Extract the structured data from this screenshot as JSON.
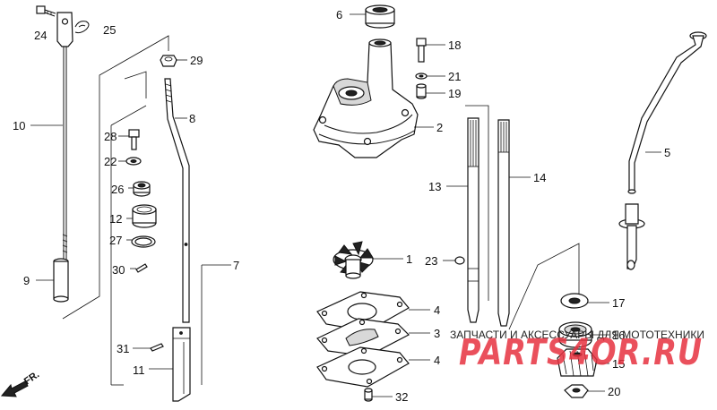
{
  "callouts": [
    {
      "id": "24",
      "text": "24"
    },
    {
      "id": "25",
      "text": "25"
    },
    {
      "id": "10",
      "text": "10"
    },
    {
      "id": "9",
      "text": "9"
    },
    {
      "id": "29",
      "text": "29"
    },
    {
      "id": "8",
      "text": "8"
    },
    {
      "id": "28",
      "text": "28"
    },
    {
      "id": "22",
      "text": "22"
    },
    {
      "id": "26",
      "text": "26"
    },
    {
      "id": "12",
      "text": "12"
    },
    {
      "id": "27",
      "text": "27"
    },
    {
      "id": "30",
      "text": "30"
    },
    {
      "id": "7",
      "text": "7"
    },
    {
      "id": "31",
      "text": "31"
    },
    {
      "id": "11",
      "text": "11"
    },
    {
      "id": "6",
      "text": "6"
    },
    {
      "id": "18",
      "text": "18"
    },
    {
      "id": "21",
      "text": "21"
    },
    {
      "id": "19",
      "text": "19"
    },
    {
      "id": "2",
      "text": "2"
    },
    {
      "id": "13",
      "text": "13"
    },
    {
      "id": "14",
      "text": "14"
    },
    {
      "id": "1",
      "text": "1"
    },
    {
      "id": "23",
      "text": "23"
    },
    {
      "id": "4a",
      "text": "4"
    },
    {
      "id": "3",
      "text": "3"
    },
    {
      "id": "4b",
      "text": "4"
    },
    {
      "id": "32",
      "text": "32"
    },
    {
      "id": "5",
      "text": "5"
    },
    {
      "id": "17",
      "text": "17"
    },
    {
      "id": "16",
      "text": "16"
    },
    {
      "id": "15",
      "text": "15"
    },
    {
      "id": "20",
      "text": "20"
    }
  ],
  "direction_marker": "FR.",
  "watermark": {
    "caption": "ЗАПЧАСТИ И АКСЕССУАРЫ ДЛЯ МОТОТЕХНИКИ",
    "logo": "PARTS4OR.RU"
  }
}
